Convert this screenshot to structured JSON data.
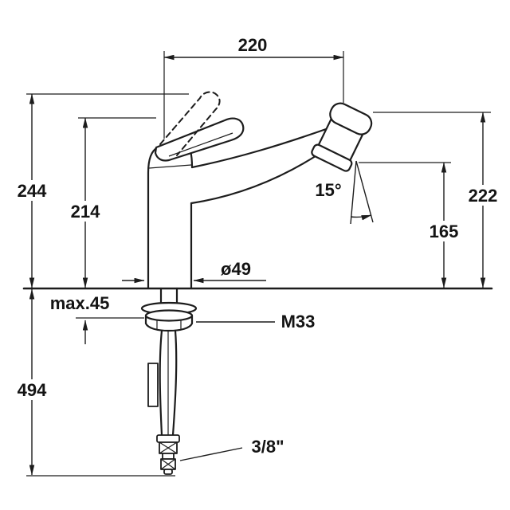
{
  "drawing": {
    "colors": {
      "line": "#1c1c1c",
      "text": "#141414",
      "background": "#ffffff"
    },
    "dimensions": {
      "spout_reach": "220",
      "total_height": "244",
      "body_height": "214",
      "spray_angle": "15°",
      "outlet_height_max": "222",
      "outlet_height_min": "165",
      "base_diameter": "ø49",
      "max_deck_thickness": "max.45",
      "mounting_thread": "M33",
      "hose_length": "494",
      "connection_size": "3/8\""
    }
  }
}
